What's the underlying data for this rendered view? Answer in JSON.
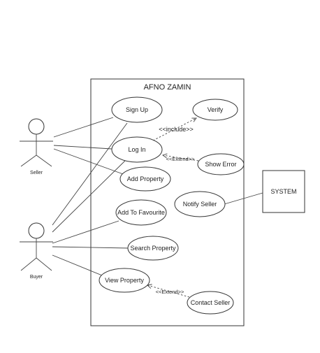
{
  "system": {
    "title": "AFNO ZAMIN"
  },
  "actors": {
    "seller": "Seller",
    "buyer": "Buyer",
    "system_actor": "SYSTEM"
  },
  "use_cases": {
    "sign_up": "Sign Up",
    "verify": "Verify",
    "log_in": "Log In",
    "show_error": "Show Error",
    "add_property": "Add Property",
    "notify_seller": "Notify Seller",
    "add_to_favourite": "Add To Favourite",
    "search_property": "Search Property",
    "view_property": "View Property",
    "contact_seller": "Contact Seller"
  },
  "relations": {
    "include_label": "<<include>>",
    "extend_label_1": "<<Extend>>",
    "extend_label_2": "<<Extend>>"
  },
  "colors": {
    "stroke": "#333333",
    "background": "#ffffff"
  }
}
